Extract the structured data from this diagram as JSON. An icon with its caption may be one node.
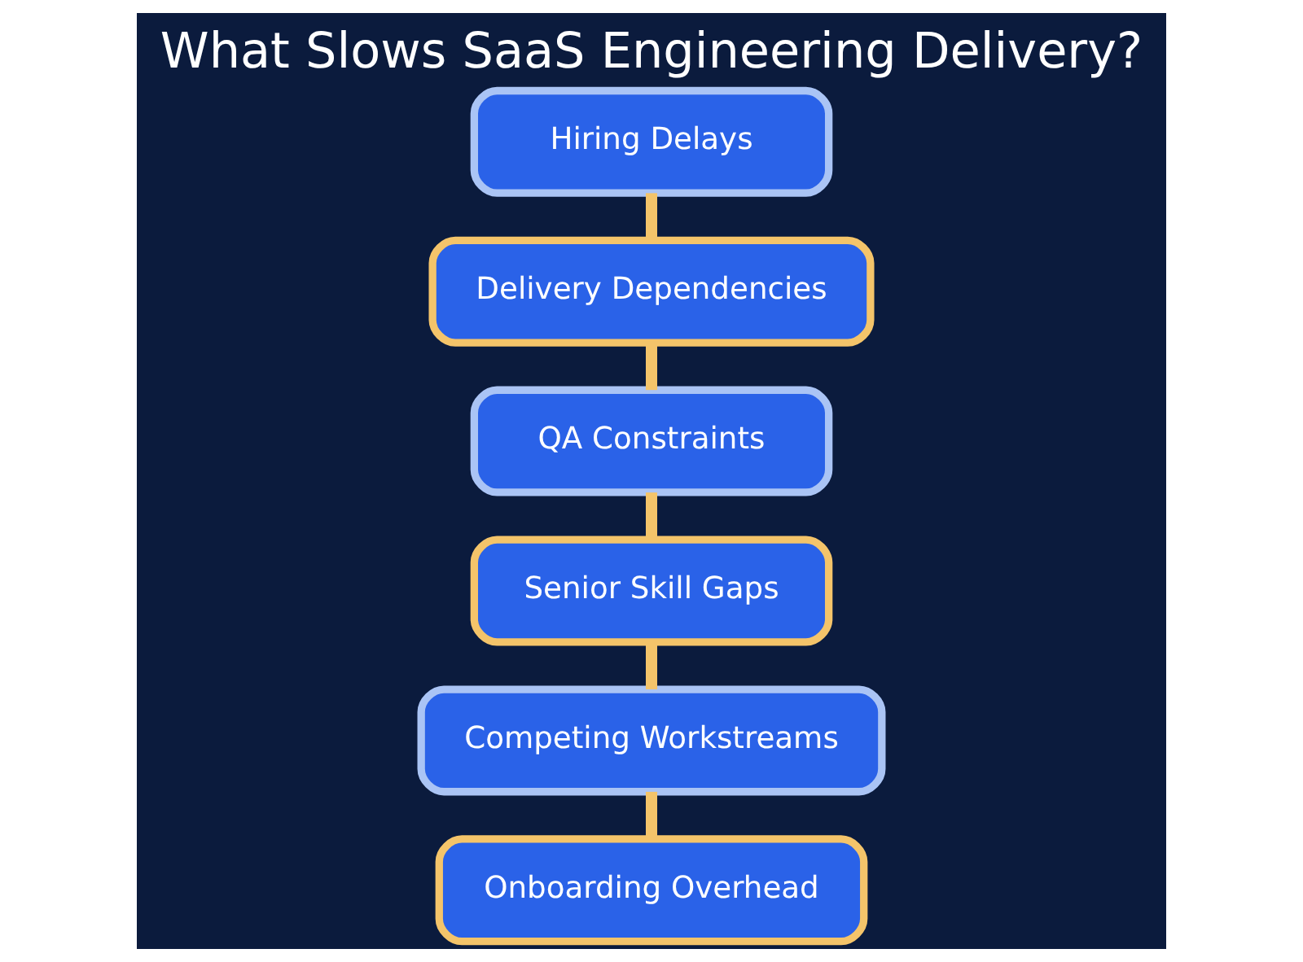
{
  "diagram": {
    "title": "What Slows SaaS Engineering Delivery?",
    "nodes": [
      {
        "text": [
          "Hiring Delays"
        ]
      },
      {
        "text": [
          "Delivery Dependencies"
        ]
      },
      {
        "text": [
          "QA Constraints"
        ]
      },
      {
        "text": [
          "Senior Skill Gaps"
        ]
      },
      {
        "text": [
          "Competing Workstreams"
        ]
      },
      {
        "text": [
          "Onboarding Overhead"
        ]
      }
    ],
    "edges": [
      {
        "from": 0,
        "to": 1,
        "arrow": "none"
      },
      {
        "from": 1,
        "to": 2,
        "arrow": "none"
      },
      {
        "from": 2,
        "to": 3,
        "arrow": "none"
      },
      {
        "from": 3,
        "to": 4,
        "arrow": "none"
      },
      {
        "from": 4,
        "to": 5,
        "arrow": "none"
      }
    ]
  }
}
